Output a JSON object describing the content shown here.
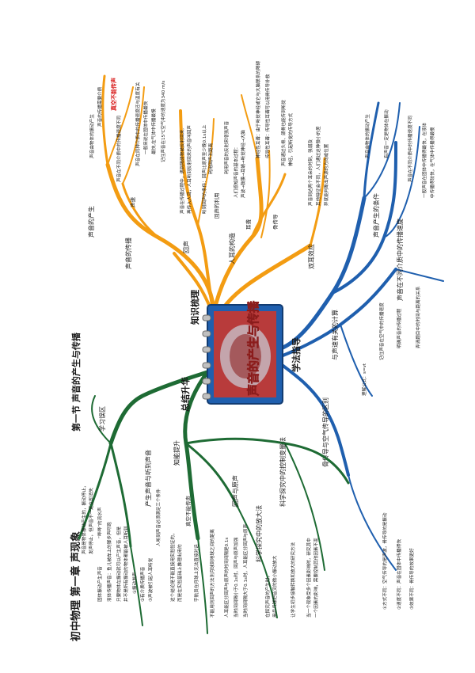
{
  "title": {
    "chapter": "初中物理  第一章  声现象",
    "section": "第一节  声音的产生与传播"
  },
  "center": {
    "banner": "声音的产生与传播",
    "label_top": "知识梳理",
    "label_right": "学法指导",
    "label_left": "总结升华"
  },
  "colors": {
    "orange": "#f39c12",
    "blue": "#1f5fae",
    "green": "#1e6b34",
    "gold": "#d4a017",
    "red": "#d81b1b"
  },
  "orange": {
    "b1": "声音的产生",
    "b1_a": "声音由物体的振动产生",
    "b1_b": "声音的传播需要介质",
    "b1_c": "真空不能传声",
    "b2": "声音的传播",
    "b2_a": "声音在不同介质中的传播速度不同",
    "b2_b": "声音在同种介质中的传播速度还与温度有关",
    "b2_c": "一般来说在固体中传播最快",
    "b2_d": "最快,在气体中传播最慢",
    "b2_e": "记住声音在15℃空气中的速度为340 m/s",
    "b2_f": "声速",
    "b3": "回声",
    "b3_a": "声音在传播过程中，遇到障碍物被反射回来,",
    "b3_b": "再传入人耳，人耳听到反射回来的声音叫回声",
    "b3_c": "听到回声的条件：回声比原声至少晚0.1s以上",
    "b3_d": "利用回声测距离",
    "b3_e": "回声的利用",
    "b3_f": "利用声音的反射来增强声音",
    "b4": "人耳的构造",
    "b4_a": "人们感知声音的基本过程：",
    "b4_b": "声波→鼓膜→耳蜗→听觉神经→大脑",
    "b4_c": "神经性耳聋：由于听觉神经或它与大脑联系的障碍",
    "b4_d": "传导性耳聋：传导性耳聋可以用骨传导补救",
    "b4_e": "耳聋",
    "b4_f": "声音通过头骨、颌骨也能传到听觉",
    "b4_g": "神经，引起听觉的传导方式",
    "b4_h": "骨传导",
    "b5": "双耳效应",
    "b5_a": "声音到达两个耳朵的时刻、强弱及",
    "b5_b": "其他特征会不同，人们通过这种微小的差",
    "b5_c": "异就能判断出声源的方向或位置"
  },
  "blue": {
    "b1": "声音产生的条件",
    "b1_a": "声音由物体的振动产生",
    "b1_b": "有声音一定是物体在振动",
    "b2": "声音在不同介质中的传播速度",
    "b2_a": "声音在不同介质中的传播速度不同",
    "b2_b": "一般声音在固体中传播得最快，在液体",
    "b2_c": "中传播得较快，在气体中传播得最慢",
    "b3": "与声速有关的计算",
    "b3_a": "理解公式：s=vt",
    "b3_b": "记住声音在空气中的传播速度",
    "b3_c": "明确声音的传播过程",
    "b3_d": "弄清题目中的时间与距离的关系",
    "b4": "骨传导与空气传导的区别",
    "b4_a": "①方式不同：空气传导的是声波，骨传导的是振动",
    "b4_b": "②速度不同：声音在固体中传播得快",
    "b4_c": "③效果不同：骨传导的效果更好"
  },
  "green": {
    "g1": "学习误区",
    "g1_a": "声音是物体振动产生的，振动停止，",
    "g1_b": "发声停止，但声音不一定立即消失",
    "g1_c": "固体振动产生声音",
    "g1_d": "液体传播声音：鱼儿被岸上的脚步声吓跑",
    "g1_e": "“哗哗”的流水声",
    "g1_f": "只要物体在振动就可以产生声音，但是",
    "g1_g": "并不是所有振动的物体都能被人耳听到",
    "g2": "产生声音与听到声音",
    "g2_a": "人听到声音必须满足三个条件",
    "g2_b": "①振动发声",
    "g2_c": "②有介质传播声音",
    "g2_d": "③声波被引起人耳听觉",
    "g3": "知能提升",
    "g3_a": "真空不能传声",
    "g3_b": "这个结论是不能直接用实验验证的，",
    "g3_c": "而是在实验基础上推理出来的",
    "g3_d": "宇航员在月球上无法直接对话",
    "g4": "回声与原声",
    "g4_a": "不能用测回声的方法测月球到地球之间的距离",
    "g4_b": "人耳能区分回声与原声的时间间隔是0.1s",
    "g4_c": "当时间间隔小于0.1s时，回声与原声加强",
    "g4_d": "当时间间隔大于0.1s时，人耳能区分回声与原声",
    "g5": "科学探究中的放大法",
    "g5_a": "在探究声音的产生时，",
    "g5_b": "用乒乓球把音叉的微小振动放大",
    "g5_c": "让学生初步接触转换和放大的研究方法",
    "g6": "科学探究中的控制变量法",
    "g6_a": "当一个现象受多个因素影响时，研究其中",
    "g6_b": "一个因素的影响，需要控制其他因素不变"
  }
}
